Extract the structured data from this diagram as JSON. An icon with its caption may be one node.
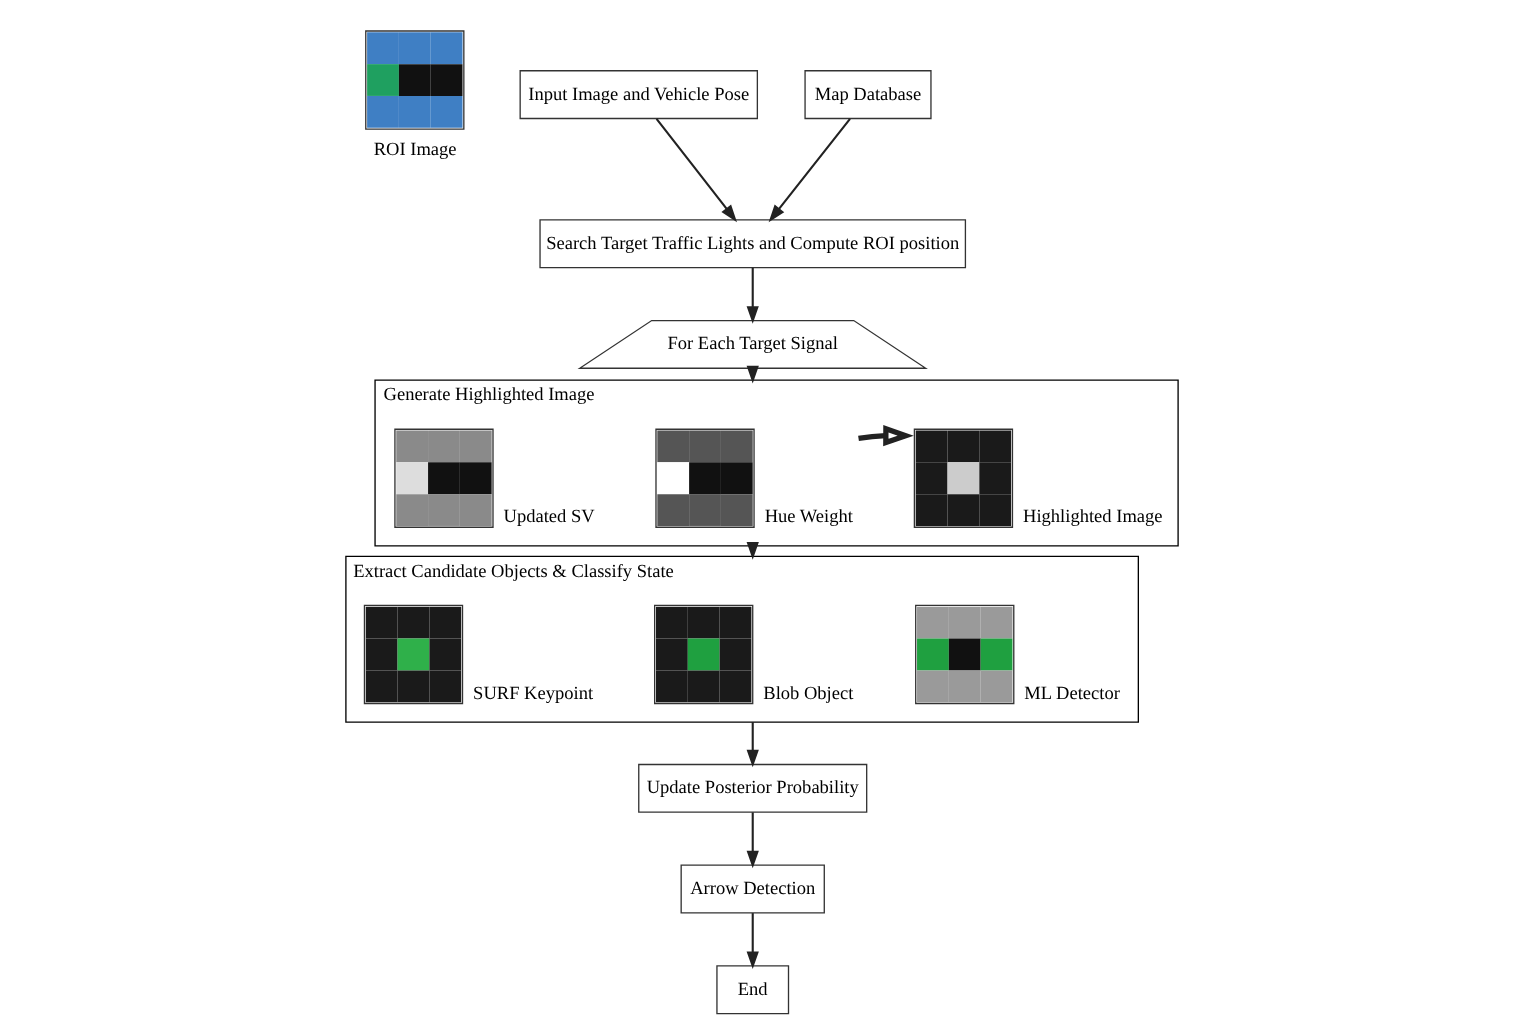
{
  "diagram": {
    "nodes": [
      {
        "text": [],
        "shape": "picture",
        "beside": [
          "ROI Image"
        ]
      },
      {
        "text": [
          "Input Image and Vehicle Pose"
        ]
      },
      {
        "text": [
          "Map Database"
        ]
      },
      {
        "text": [
          "Search Target Traffic Lights and Compute ROI position"
        ]
      },
      {
        "text": [
          "For Each Target Signal"
        ]
      },
      {
        "text": [
          "Generate Highlighted Image"
        ]
      },
      {
        "text": [],
        "shape": "picture",
        "in": 5,
        "beside": [
          "Updated SV"
        ]
      },
      {
        "text": [],
        "shape": "picture",
        "in": 5,
        "beside": [
          "Hue Weight"
        ]
      },
      {
        "text": [],
        "shape": "picture",
        "in": 5,
        "beside": [
          "Highlighted Image"
        ]
      },
      {
        "text": [
          "Extract Candidate Objects & Classify State"
        ]
      },
      {
        "text": [],
        "shape": "picture",
        "in": 9,
        "beside": [
          "SURF Keypoint"
        ]
      },
      {
        "text": [],
        "shape": "picture",
        "in": 9,
        "beside": [
          "Blob Object"
        ]
      },
      {
        "text": [],
        "shape": "picture",
        "in": 9,
        "beside": [
          "ML Detector"
        ]
      },
      {
        "text": [
          "Update Posterior Probability"
        ]
      },
      {
        "text": [
          "Arrow Detection"
        ]
      },
      {
        "text": [
          "End"
        ]
      }
    ],
    "edges": [
      {
        "from": 1,
        "to": 3,
        "arrow": "to"
      },
      {
        "from": 2,
        "to": 3,
        "arrow": "to"
      },
      {
        "from": 3,
        "to": 4,
        "arrow": "to"
      },
      {
        "from": 4,
        "to": 5,
        "arrow": "to"
      },
      {
        "from": 7,
        "to": 8,
        "arrow": "to",
        "style": "thick"
      },
      {
        "from": 5,
        "to": 9,
        "arrow": "to"
      },
      {
        "from": 9,
        "to": 13,
        "arrow": "to"
      },
      {
        "from": 13,
        "to": 14,
        "arrow": "to"
      },
      {
        "from": 14,
        "to": 15,
        "arrow": "to"
      }
    ]
  }
}
